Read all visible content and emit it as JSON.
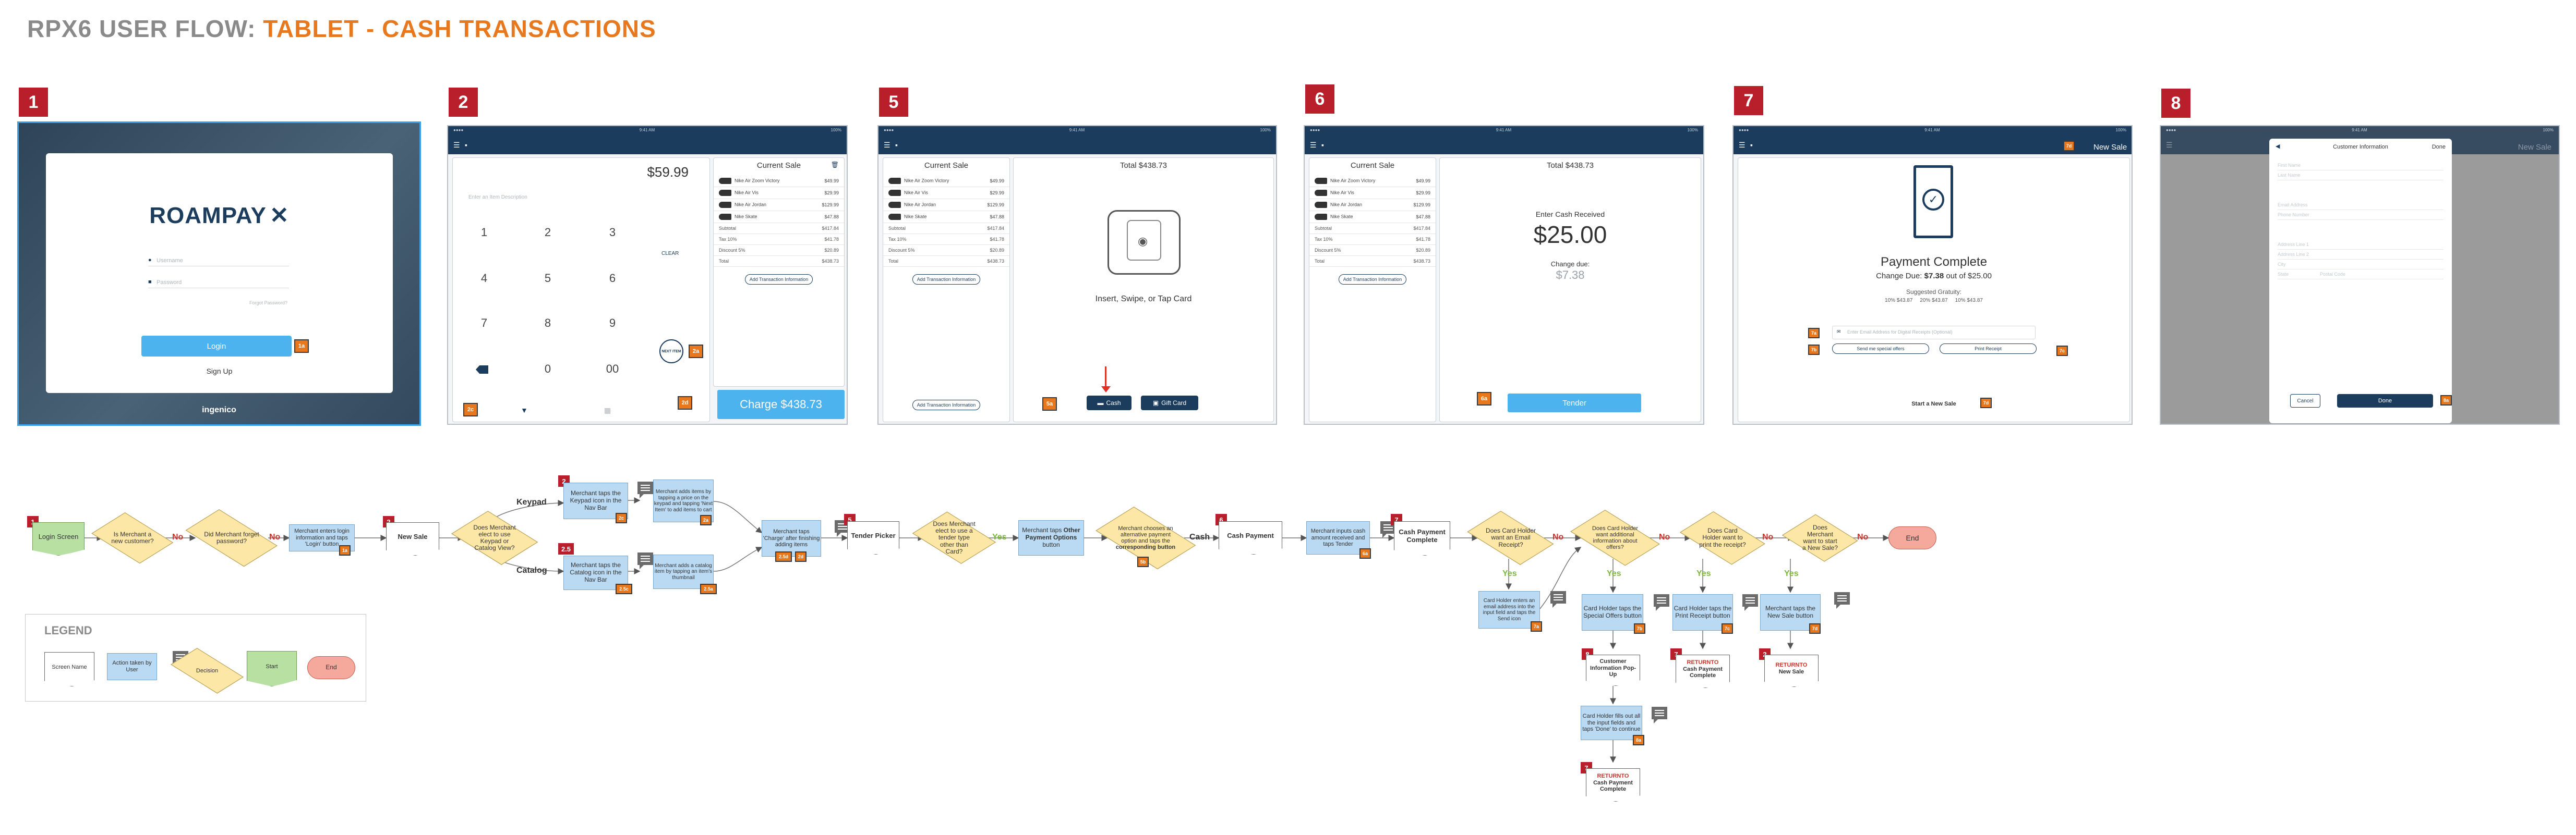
{
  "title": {
    "prefix": "RPX6 USER FLOW: ",
    "highlight": "TABLET - CASH  TRANSACTIONS"
  },
  "screens": [
    {
      "number": "1",
      "logo": "ROAMPAY",
      "username_placeholder": "Username",
      "password_placeholder": "Password",
      "forgot_link": "Forgot Password?",
      "login_button": "Login",
      "login_callout": "1a",
      "signup_link": "Sign Up",
      "footer_brand": "ingenico"
    },
    {
      "number": "2",
      "amount": "$59.99",
      "item_placeholder": "Enter an Item Description",
      "keys": [
        "1",
        "2",
        "3",
        "4",
        "5",
        "6",
        "7",
        "8",
        "9",
        "0",
        "00"
      ],
      "clear_key": "CLEAR",
      "next_item_key": "NEXT ITEM",
      "next_item_callout": "2a",
      "tab_callout": "2c",
      "sale_title": "Current Sale",
      "items": [
        {
          "name": "Nike Air Zoom Victory",
          "price": "$49.99"
        },
        {
          "name": "Nike Air Vis",
          "price": "$29.99"
        },
        {
          "name": "Nike Air Jordan",
          "price": "$129.99"
        },
        {
          "name": "Nike Skate",
          "price": "$47.88"
        }
      ],
      "summary": [
        {
          "label": "Subtotal",
          "value": "$417.84"
        },
        {
          "label": "Tax 10%",
          "value": "$41.78"
        },
        {
          "label": "Discount 5%",
          "value": "$20.89"
        },
        {
          "label": "Total",
          "value": "$438.73"
        }
      ],
      "add_info": "Add Transaction Information",
      "charge_button": "Charge $438.73",
      "charge_callout": "2d"
    },
    {
      "number": "5",
      "total_title": "Total $438.73",
      "instruction": "Insert, Swipe, or Tap Card",
      "cash_button": "Cash",
      "gift_button": "Gift Card",
      "callout": "5a"
    },
    {
      "number": "6",
      "total_title": "Total $438.73",
      "enter_label": "Enter Cash Received",
      "cash_amount": "$25.00",
      "change_label": "Change due:",
      "change_amount": "$7.38",
      "tender_button": "Tender",
      "callout": "6a"
    },
    {
      "number": "7",
      "new_sale_link": "New Sale",
      "new_sale_callout": "7d",
      "heading": "Payment Complete",
      "change_line_prefix": "Change Due: ",
      "change_value": "$7.38",
      "change_line_suffix": " out of $25.00",
      "gratuity_label": "Suggested Gratuity:",
      "gratuity_options": "10% $43.87     20% $43.87     10% $43.87",
      "email_placeholder": "Enter Email Address for Digital Receipts (Optional)",
      "special_offers": "Send me special offers",
      "print_receipt": "Print Receipt",
      "start_new": "Start a New Sale",
      "callouts": [
        "7a",
        "7b",
        "7c",
        "7d"
      ]
    },
    {
      "number": "8",
      "modal_title": "Customer Information",
      "done_top": "Done",
      "new_sale_link": "New Sale",
      "fields": [
        "First Name",
        "Last Name",
        "Email Address",
        "Phone Number",
        "Address Line 1",
        "Address Line 2",
        "City",
        "State",
        "Postal Code"
      ],
      "cancel": "Cancel",
      "done": "Done",
      "callout": "8a"
    }
  ],
  "flow": {
    "start": {
      "badge": "1",
      "label": "Login Screen"
    },
    "q_new_customer": "Is Merchant a new customer?",
    "q_forgot": "Did Merchant forget password?",
    "a_login": {
      "label": "Merchant enters login information and taps 'Login' button",
      "callout": "1a"
    },
    "s_new_sale": {
      "badge": "2",
      "label": "New Sale"
    },
    "q_method": "Does Merchant elect to use Keypad or Catalog View?",
    "l_keypad": "Keypad",
    "l_catalog": "Catalog",
    "a_keypad_icon": {
      "badge": "2",
      "label": "Merchant taps the Keypad icon in the Nav Bar",
      "callout": "2c"
    },
    "a_add_keypad": {
      "label": "Merchant adds items by tapping a price on the keypad and tapping 'Next Item' to add items to cart",
      "callout": "2a"
    },
    "a_catalog_icon": {
      "badge": "2.5",
      "label": "Merchant taps the Catalog icon in the Nav Bar",
      "callout": "2.5c"
    },
    "a_add_catalog": {
      "label": "Merchant adds a catalog item by tapping an item's thumbnail",
      "callout": "2.5a"
    },
    "a_charge": {
      "label": "Merchant taps 'Charge' after finishing adding items",
      "callouts": [
        "2.5d",
        "2d"
      ]
    },
    "s_tender": {
      "badge": "5",
      "label": "Tender Picker"
    },
    "q_tender": "Does Merchant elect to use a tender type other than Card?",
    "l_yes_tender": "Yes",
    "a_other": {
      "label_pre": "Merchant taps ",
      "label_bold": "Other Payment Options",
      "label_post": " button"
    },
    "q_alt": {
      "label_pre": "Merchant chooses an alternative payment option and taps the ",
      "label_bold": "corresponding button",
      "callout": "5b"
    },
    "l_cash": "Cash",
    "s_cash_payment": {
      "badge": "6",
      "label": "Cash Payment"
    },
    "a_cash_input": {
      "label": "Merchant inputs cash amount received and taps Tender",
      "callout": "6a"
    },
    "s_complete": {
      "badge": "7",
      "label": "Cash Payment Complete"
    },
    "q_email": "Does Card Holder want an Email Receipt?",
    "l_no_email": "No",
    "l_yes_email": "Yes",
    "a_email": {
      "label": "Card Holder enters an email address into the input field and taps the Send icon",
      "callout": "7a"
    },
    "q_info": "Does Card Holder want additional information about offers?",
    "l_no_info": "No",
    "l_yes_info": "Yes",
    "a_offers": {
      "label": "Card Holder taps the Special Offers button",
      "callout": "7b"
    },
    "s_customer_info": {
      "badge": "8",
      "label": "Customer Information Pop-Up"
    },
    "a_fill": {
      "label": "Card Holder fills out all the input fields and taps 'Done' to continue",
      "callout": "8a"
    },
    "s_return_complete_a": {
      "badge": "7",
      "returns": "RETURNTO",
      "label": "Cash Payment Complete"
    },
    "q_print": "Does Card Holder want to print the receipt?",
    "l_no_print": "No",
    "l_yes_print": "Yes",
    "a_print": {
      "label": "Card Holder taps the Print Receipt button",
      "callout": "7c"
    },
    "s_return_complete_b": {
      "badge": "7",
      "returns": "RETURNTO",
      "label": "Cash Payment Complete"
    },
    "q_new_sale": "Does Merchant want to start a New Sale?",
    "l_no_new": "No",
    "l_yes_new": "Yes",
    "a_new_sale": {
      "label": "Merchant taps the New Sale button",
      "callout": "7d"
    },
    "s_return_new_sale": {
      "badge": "2",
      "returns": "RETURNTO",
      "label": "New Sale"
    },
    "end": "End",
    "l_no1": "No",
    "l_no2": "No"
  },
  "legend": {
    "title": "LEGEND",
    "screen": "Screen Name",
    "action": "Action taken by User",
    "decision": "Decision",
    "start": "Start",
    "end": "End"
  },
  "colors": {
    "accent_orange": "#e8781e",
    "badge_red": "#b81f2b",
    "navy": "#1b3c5d",
    "button_blue": "#4db3ee",
    "action_blue": "#b9daf2",
    "decision_yellow": "#fde7a6",
    "start_green": "#b8e0a3",
    "end_salmon": "#f5a99c"
  }
}
